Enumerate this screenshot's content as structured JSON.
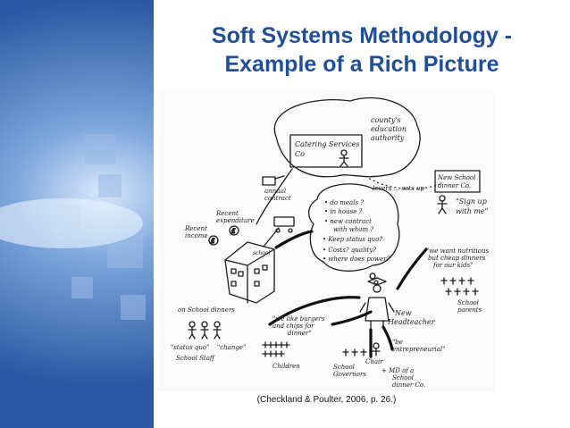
{
  "slide": {
    "title_line1": "Soft Systems Methodology -",
    "title_line2": "Example of a Rich Picture",
    "caption": "(Checkland & Poulter, 2006, p. 26.)",
    "title_color": "#1f4e9a",
    "background_color": "#2f5da6"
  },
  "rich_picture": {
    "labels": {
      "catering_services": "Catering Services",
      "catering_co": "Co",
      "county_line1": "county's",
      "county_line2": "education",
      "county_line3": "authority",
      "annual_contract": "annual",
      "annual_contract2": "contract",
      "recent_expenditure": "Recent",
      "recent_expenditure2": "expenditure",
      "recent_income": "Recent",
      "recent_income2": "income",
      "school": "school",
      "levers_sets_up": "levers ... sets up",
      "new_school_dinner_1": "New School",
      "new_school_dinner_2": "dinner Co.",
      "sign_up_1": "\"Sign up",
      "sign_up_2": "with me\"",
      "q_do_meals": "• do meals ?",
      "q_in_house": "• in house ?",
      "q_new_contract": "• new contract",
      "q_with_whom": "with whom ?",
      "q_keep_status": "• Keep status quo?",
      "q_costs": "• Costs? quality?",
      "q_where_power": "• where does power?",
      "nutritious_1": "\"we want nutritious",
      "nutritious_2": "but cheap dinners",
      "nutritious_3": "for our kids\"",
      "school_parents_1": "School",
      "school_parents_2": "parents",
      "school_dinners": "on School dinners",
      "status_quo": "\"status quo\"",
      "change": "\"change\"",
      "school_staff": "School Staff",
      "burgers_1": "\"we like burgers",
      "burgers_2": "and chips for",
      "burgers_3": "dinner\"",
      "children": "Children",
      "new_headteacher_1": "New",
      "new_headteacher_2": "Headteacher",
      "entrepreneurial_1": "\"be",
      "entrepreneurial_2": "entrepreneurial\"",
      "governors_1": "School",
      "governors_2": "Governors",
      "chair": "Chair",
      "md_1": "+ MD of a",
      "md_2": "School",
      "md_3": "dinner Co."
    }
  }
}
